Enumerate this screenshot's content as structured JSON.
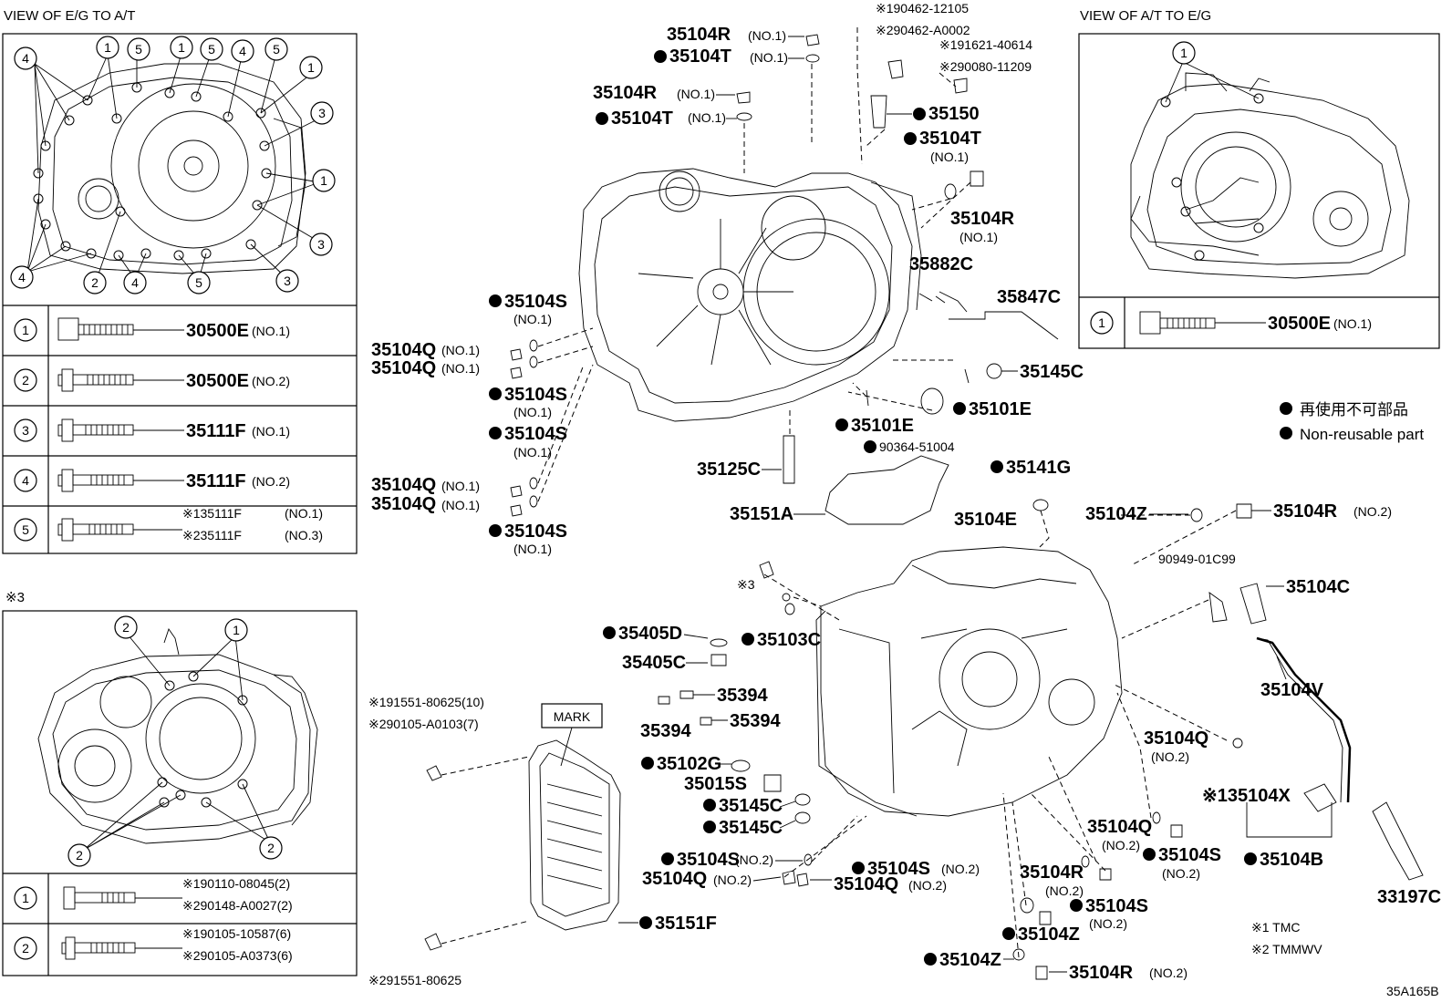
{
  "titles": {
    "eg_to_at": "VIEW OF E/G TO A/T",
    "at_to_eg": "VIEW OF A/T TO E/G",
    "note3": "※3"
  },
  "legend_eg": [
    {
      "num": "1",
      "part": "30500E",
      "sub": "(NO.1)"
    },
    {
      "num": "2",
      "part": "30500E",
      "sub": "(NO.2)"
    },
    {
      "num": "3",
      "part": "35111F",
      "sub": "(NO.1)"
    },
    {
      "num": "4",
      "part": "35111F",
      "sub": "(NO.2)"
    },
    {
      "num": "5",
      "part1": "※135111F",
      "sub1": "(NO.1)",
      "part2": "※235111F",
      "sub2": "(NO.3)"
    }
  ],
  "legend_at": [
    {
      "num": "1",
      "part": "30500E",
      "sub": "(NO.1)"
    }
  ],
  "legend_n3": [
    {
      "num": "1",
      "l1": "※190110-08045(2)",
      "l2": "※290148-A0027(2)"
    },
    {
      "num": "2",
      "l1": "※190105-10587(6)",
      "l2": "※290105-A0373(6)"
    }
  ],
  "view_numbers": {
    "eg": [
      "4",
      "1",
      "5",
      "1",
      "5",
      "4",
      "5",
      "1",
      "3",
      "1",
      "3",
      "3",
      "4",
      "2",
      "4",
      "5"
    ],
    "at": [
      "1"
    ],
    "n3": [
      "2",
      "1",
      "2",
      "2"
    ]
  },
  "parts": {
    "p35104R_a": "35104R",
    "p35104R_a_sub": "(NO.1)",
    "p35104T_a": "35104T",
    "p35104T_a_sub": "(NO.1)",
    "p35104R_b": "35104R",
    "p35104R_b_sub": "(NO.1)",
    "p35104T_b": "35104T",
    "p35104T_b_sub": "(NO.1)",
    "p190462": "※190462-12105",
    "p290462": "※290462-A0002",
    "p191621": "※191621-40614",
    "p290080": "※290080-11209",
    "p35150": "35150",
    "p35104T_c": "35104T",
    "p35104T_c_sub": "(NO.1)",
    "p35104R_c": "35104R",
    "p35104R_c_sub": "(NO.1)",
    "p35882C": "35882C",
    "p35847C": "35847C",
    "p35145C_a": "35145C",
    "p35101E_a": "35101E",
    "p35101E_b": "35101E",
    "p90364": "90364-51004",
    "p35104S_a": "35104S",
    "p35104S_a_sub": "(NO.1)",
    "p35104Q_a": "35104Q",
    "p35104Q_a_sub": "(NO.1)",
    "p35104Q_b": "35104Q",
    "p35104Q_b_sub": "(NO.1)",
    "p35104S_b": "35104S",
    "p35104S_b_sub": "(NO.1)",
    "p35104S_c": "35104S",
    "p35104S_c_sub": "(NO.1)",
    "p35104Q_c": "35104Q",
    "p35104Q_c_sub": "(NO.1)",
    "p35104Q_d": "35104Q",
    "p35104Q_d_sub": "(NO.1)",
    "p35104S_d": "35104S",
    "p35104S_d_sub": "(NO.1)",
    "p35125C": "35125C",
    "p35141G": "35141G",
    "p35151A": "35151A",
    "p35104E": "35104E",
    "p35104Z_a": "35104Z",
    "p35104R_d": "35104R",
    "p35104R_d_sub": "(NO.2)",
    "p90949": "90949-01C99",
    "p35104C": "35104C",
    "p_x3": "※3",
    "p35405D": "35405D",
    "p35103C": "35103C",
    "p35405C": "35405C",
    "p35394_a": "35394",
    "p35394_b": "35394",
    "p35394_c": "35394",
    "p35104V": "35104V",
    "p191551": "※191551-80625(10)",
    "p290105": "※290105-A0103(7)",
    "mark": "MARK",
    "p35102G": "35102G",
    "p35015S": "35015S",
    "p35145C_b": "35145C",
    "p35145C_c": "35145C",
    "p35104Q_e": "35104Q",
    "p35104Q_e_sub": "(NO.2)",
    "p135104X": "※135104X",
    "p35104Q_f": "35104Q",
    "p35104Q_f_sub": "(NO.2)",
    "p35104S_e": "35104S",
    "p35104S_e_sub": "(NO.2)",
    "p35104S_f": "35104S",
    "p35104S_f_sub": "(NO.2)",
    "p35104S_g": "35104S",
    "p35104S_g_sub": "(NO.2)",
    "p35104Q_g": "35104Q",
    "p35104Q_g_sub": "(NO.2)",
    "p35104Q_h": "35104Q",
    "p35104Q_h_sub": "(NO.2)",
    "p35104R_e": "35104R",
    "p35104R_e_sub": "(NO.2)",
    "p35104S_h": "35104S",
    "p35104S_h_sub": "(NO.2)",
    "p35104B": "35104B",
    "p33197C": "33197C",
    "p35151F": "35151F",
    "p35104Z_b": "35104Z",
    "p35104Z_c": "35104Z",
    "p35104R_f": "35104R",
    "p35104R_f_sub": "(NO.2)",
    "p291551": "※291551-80625"
  },
  "key": {
    "jp": "再使用不可部品",
    "en": "Non-reusable part"
  },
  "notes": {
    "n1": "※1 TMC",
    "n2": "※2 TMMWV"
  },
  "code": "35A165B"
}
